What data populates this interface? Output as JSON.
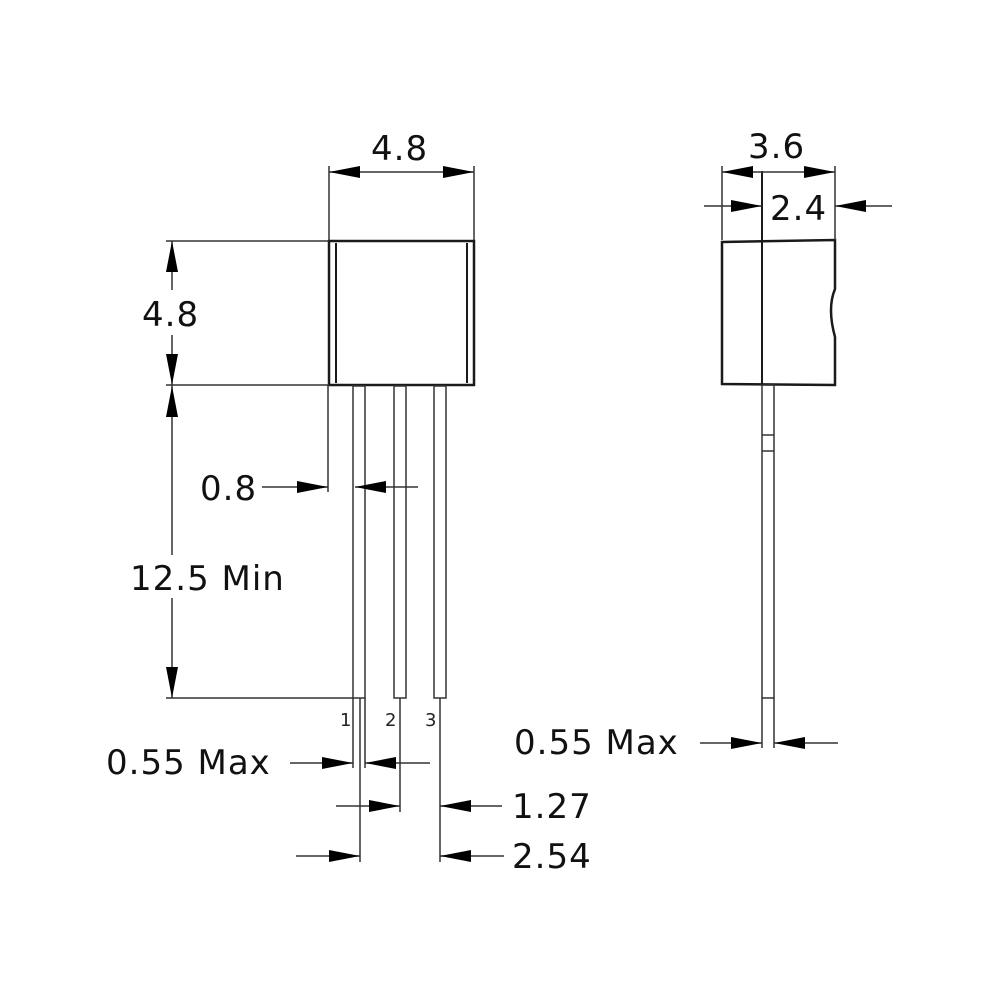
{
  "diagram": {
    "type": "package-dimension-drawing",
    "views": [
      "front-view",
      "side-view"
    ],
    "front_view": {
      "body_width": "4.8",
      "body_height": "4.8",
      "lead_length": "12.5 Min",
      "lead_offset": "0.8",
      "lead_width": "0.55 Max",
      "lead_pitch": "1.27",
      "lead_span": "2.54",
      "pin_labels": [
        "1",
        "2",
        "3"
      ]
    },
    "side_view": {
      "body_depth": "3.6",
      "lead_position": "2.4",
      "lead_thickness": "0.55 Max"
    }
  },
  "colors": {
    "line": "#1a1a1a",
    "background": "#ffffff"
  }
}
